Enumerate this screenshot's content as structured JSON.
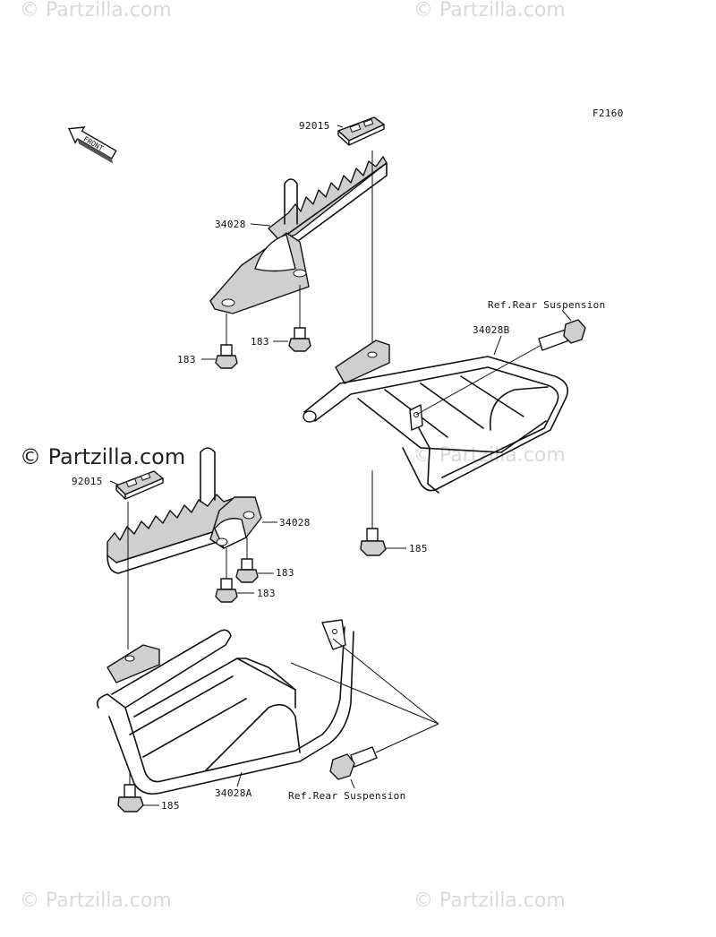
{
  "figure_code": "F2160",
  "front_label": "FRONT",
  "watermark_main": "© Partzilla.com",
  "watermark_faint": "© Partzilla.com",
  "callouts": {
    "upper_pad": "92015",
    "upper_step": "34028",
    "upper_bolt_a": "183",
    "upper_bolt_b": "183",
    "upper_frame": "34028B",
    "upper_ref": "Ref.Rear Suspension",
    "upper_frame_bolt": "185",
    "lower_pad": "92015",
    "lower_step": "34028",
    "lower_bolt_a": "183",
    "lower_bolt_b": "183",
    "lower_frame": "34028A",
    "lower_ref": "Ref.Rear Suspension",
    "lower_frame_bolt": "185"
  }
}
